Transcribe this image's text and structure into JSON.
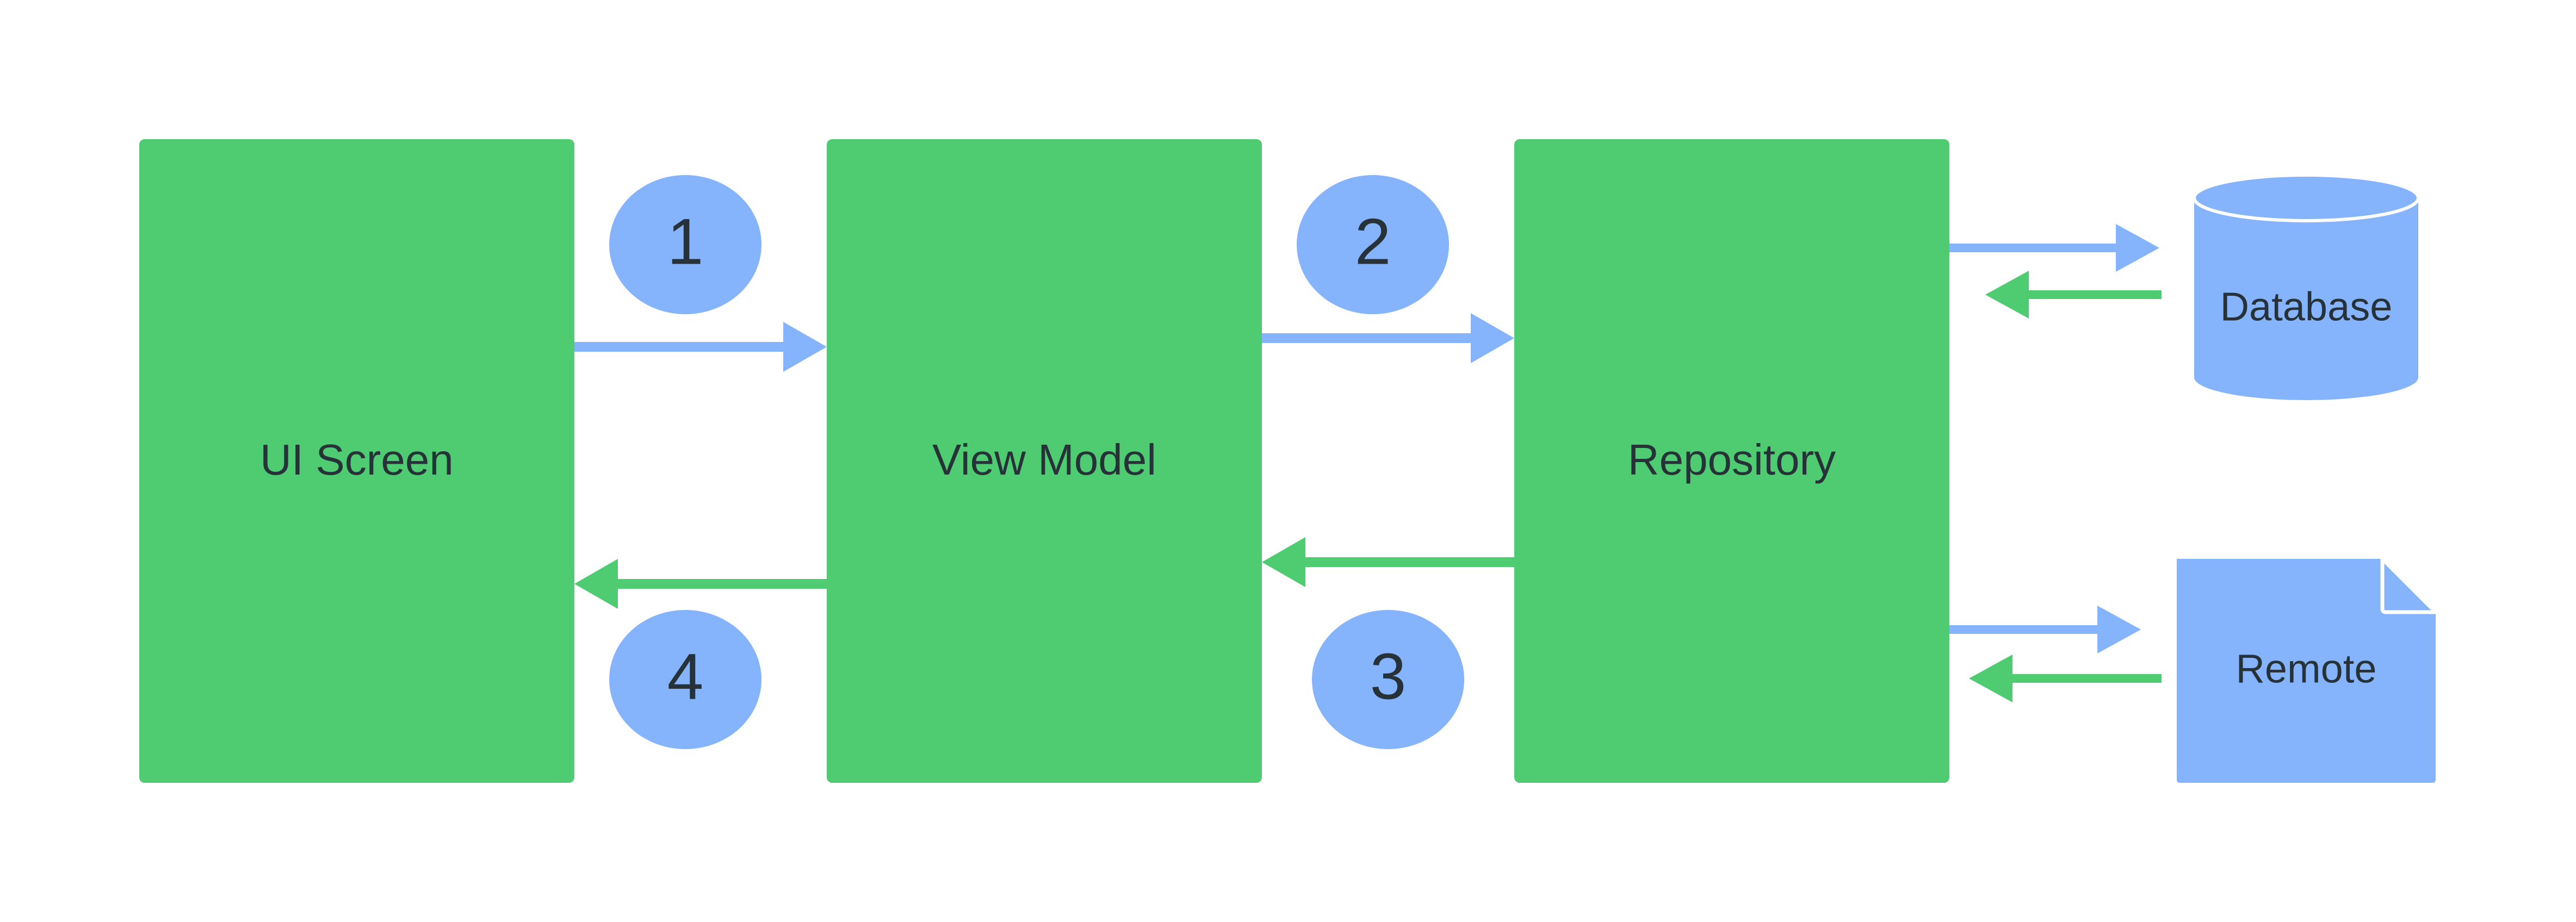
{
  "colors": {
    "component": "#4fcb71",
    "accent": "#85b4fd",
    "return_arrow": "#4fcb71",
    "request_arrow": "#85b4fd",
    "text": "#263238",
    "background": "#ffffff"
  },
  "components": [
    {
      "id": "ui-screen",
      "label": "UI Screen"
    },
    {
      "id": "view-model",
      "label": "View Model"
    },
    {
      "id": "repository",
      "label": "Repository"
    }
  ],
  "steps": [
    {
      "label": "1"
    },
    {
      "label": "2"
    },
    {
      "label": "3"
    },
    {
      "label": "4"
    }
  ],
  "data_sources": [
    {
      "id": "database",
      "label": "Database",
      "icon": "database-cylinder-icon"
    },
    {
      "id": "remote",
      "label": "Remote",
      "icon": "document-icon"
    }
  ],
  "connections": [
    {
      "from": "ui-screen",
      "to": "view-model",
      "step": "1",
      "direction": "request"
    },
    {
      "from": "view-model",
      "to": "repository",
      "step": "2",
      "direction": "request"
    },
    {
      "from": "repository",
      "to": "view-model",
      "step": "3",
      "direction": "response"
    },
    {
      "from": "view-model",
      "to": "ui-screen",
      "step": "4",
      "direction": "response"
    },
    {
      "from": "repository",
      "to": "database",
      "direction": "request"
    },
    {
      "from": "database",
      "to": "repository",
      "direction": "response"
    },
    {
      "from": "repository",
      "to": "remote",
      "direction": "request"
    },
    {
      "from": "remote",
      "to": "repository",
      "direction": "response"
    }
  ]
}
